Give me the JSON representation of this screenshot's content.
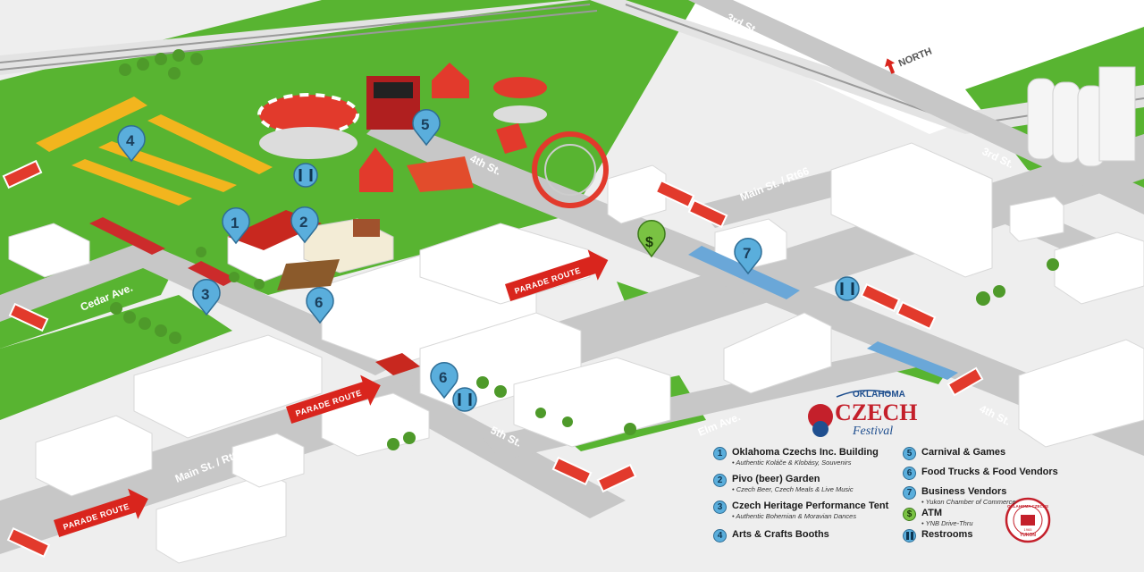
{
  "streets": {
    "third_st_top": "3rd St.",
    "third_st_right": "3rd St.",
    "fourth_st": "4th St.",
    "fourth_st_right": "4th St.",
    "fifth_st": "5th St.",
    "main_st_upper": "Main St. / Rt66",
    "main_st_lower": "Main St. / Rt66",
    "cedar_ave": "Cedar Ave.",
    "elm_ave": "Elm Ave."
  },
  "parade_route_label": "PARADE ROUTE",
  "north_label": "NORTH",
  "map_pins": [
    "4",
    "5",
    "1",
    "2",
    "3",
    "6",
    "6",
    "7"
  ],
  "logo": {
    "top": "OKLAHOMA",
    "middle": "CZECH",
    "bottom": "Festival"
  },
  "seal_text": {
    "top": "OKLAHOMA CZECHS",
    "bottom": "YUKON",
    "year": "1965"
  },
  "legend": [
    {
      "num": "1",
      "title": "Oklahoma Czechs Inc. Building",
      "sub": "• Authentic Koláče & Klobásy, Souvenirs"
    },
    {
      "num": "2",
      "title": "Pivo (beer) Garden",
      "sub": "• Czech Beer, Czech Meals & Live Music"
    },
    {
      "num": "3",
      "title": "Czech Heritage Performance Tent",
      "sub": "• Authentic Bohemian & Moravian Dances"
    },
    {
      "num": "4",
      "title": "Arts & Crafts Booths",
      "sub": ""
    },
    {
      "num": "5",
      "title": "Carnival & Games",
      "sub": ""
    },
    {
      "num": "6",
      "title": "Food Trucks & Food Vendors",
      "sub": ""
    },
    {
      "num": "7",
      "title": "Business Vendors",
      "sub": "• Yukon Chamber of Commerce"
    },
    {
      "num": "$",
      "title": "ATM",
      "sub": "• YNB Drive-Thru"
    },
    {
      "num": "",
      "title": "Restrooms",
      "sub": ""
    }
  ],
  "colors": {
    "grass": "#58b431",
    "road": "#c7c7c7",
    "ground": "#ededed",
    "pin_blue": "#5aaedc",
    "parade_red": "#d9251d",
    "atm_green": "#7ac243",
    "logo_red": "#c4202b",
    "logo_blue": "#1f4f8f"
  }
}
